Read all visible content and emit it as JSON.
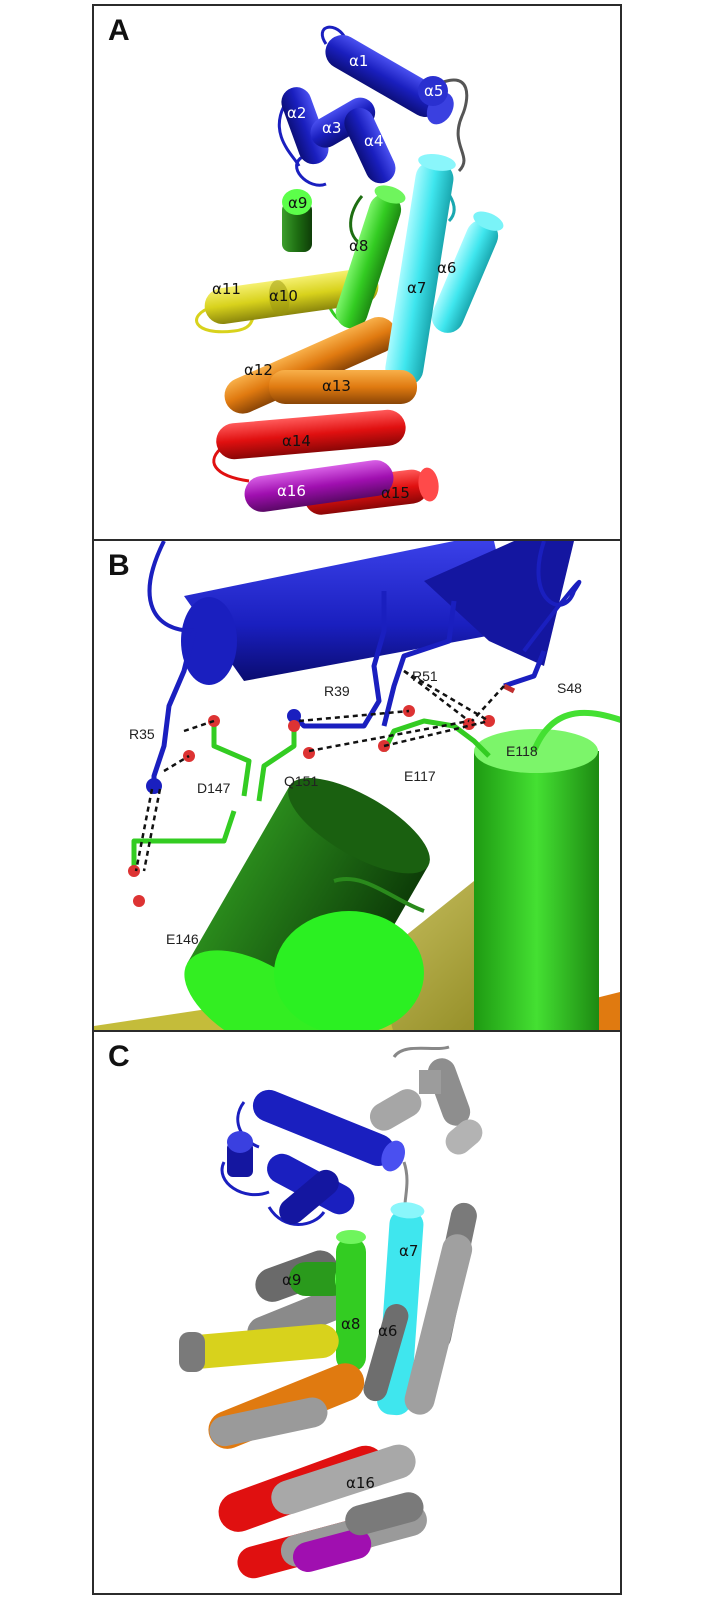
{
  "panels": [
    {
      "letter": "A"
    },
    {
      "letter": "B"
    },
    {
      "letter": "C"
    }
  ],
  "panelA_labels": {
    "a1": "α1",
    "a2": "α2",
    "a3": "α3",
    "a4": "α4",
    "a5": "α5",
    "a6": "α6",
    "a7": "α7",
    "a8": "α8",
    "a9": "α9",
    "a10": "α10",
    "a11": "α11",
    "a12": "α12",
    "a13": "α13",
    "a14": "α14",
    "a15": "α15",
    "a16": "α16"
  },
  "panelB_residues": {
    "r35": "R35",
    "r39": "R39",
    "r51": "R51",
    "s48": "S48",
    "e118": "E118",
    "d147": "D147",
    "q151": "Q151",
    "e117": "E117",
    "e146": "E146"
  },
  "panelC_labels": {
    "a7": "α7",
    "a9": "α9",
    "a8": "α8",
    "a6": "α6",
    "a16": "α16"
  },
  "colors": {
    "blue": "#1a1fbf",
    "cyan": "#3fe6ee",
    "green": "#33cc22",
    "darkgreen": "#1e6e12",
    "yellow": "#d8d21c",
    "orange": "#e07a10",
    "red": "#e01010",
    "magenta": "#a00fb0",
    "gray": "#9a9a9a"
  }
}
